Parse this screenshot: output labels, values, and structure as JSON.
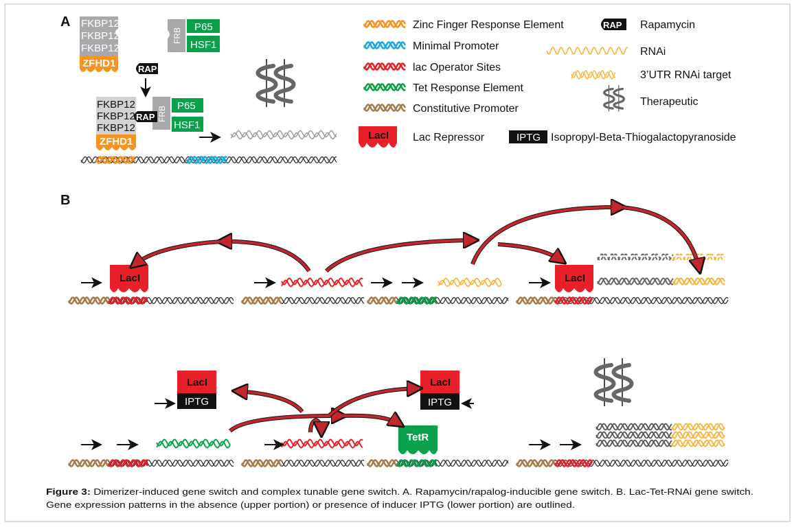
{
  "panel_labels": {
    "a": "A",
    "b": "B"
  },
  "panel_a": {
    "fkbp": [
      "FKBP12",
      "FKBP12",
      "FKBP12"
    ],
    "zfhd1": "ZFHD1",
    "frb": "FRB",
    "p65": "P65",
    "hsf1": "HSF1",
    "rap": "RAP"
  },
  "legend": {
    "zinc_finger": "Zinc Finger Response Element",
    "minimal_promoter": "Minimal Promoter",
    "lac_operator": "lac Operator Sites",
    "tet_response": "Tet Response Element",
    "constitutive_promoter": "Constitutive Promoter",
    "laci_box": "LacI",
    "lac_repressor": "Lac Repressor",
    "iptg_box": "IPTG",
    "iptg": "Isopropyl-Beta-Thiogalactopyranoside",
    "rap_box": "RAP",
    "rapamycin": "Rapamycin",
    "rnai": "RNAi",
    "utr_target": "3’UTR RNAi target",
    "therapeutic": "Therapeutic"
  },
  "panel_b": {
    "laci": "LacI",
    "iptg": "IPTG",
    "tetr": "TetR"
  },
  "caption": {
    "bold": "Figure 3:",
    "line1": " Dimerizer-induced gene switch and complex tunable gene switch. A. Rapamycin/rapalog-inducible gene switch. B. Lac-Tet-RNAi gene switch.",
    "line2": "Gene expression patterns in the absence (upper portion) or presence of inducer IPTG (lower portion) are outlined."
  },
  "colors": {
    "zinc_finger": "#f7931e",
    "minimal_promoter": "#1ba9e1",
    "lac_operator": "#e8202a",
    "tet_response": "#0aa14b",
    "constitutive_promoter": "#a87c4f",
    "dna": "#333333",
    "rnai": "#f9b233",
    "protein_gray": "#a7a9ac",
    "arrow_red": "#c1272d"
  }
}
